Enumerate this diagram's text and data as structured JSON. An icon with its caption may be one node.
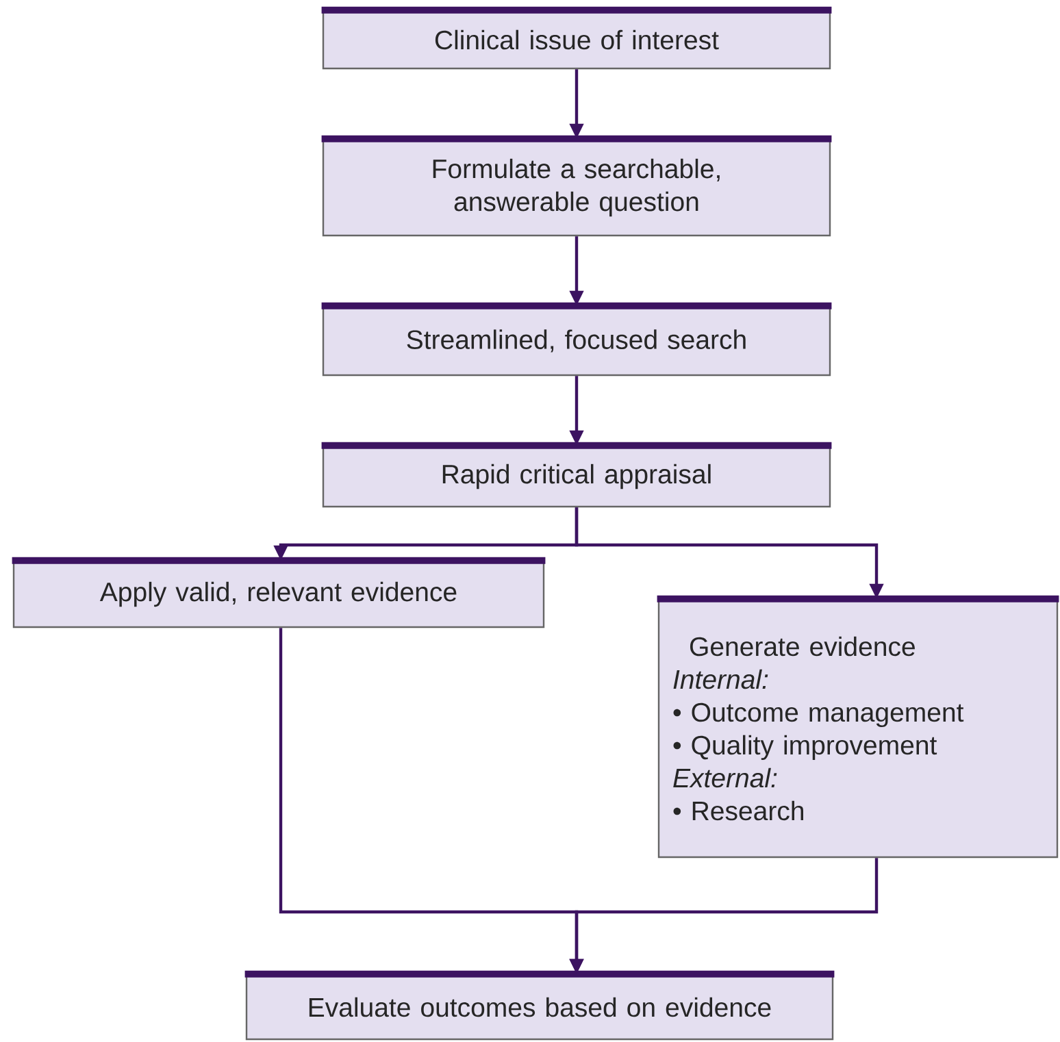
{
  "diagram": {
    "nodes": [
      {
        "text": [
          "Clinical issue of interest"
        ]
      },
      {
        "text": [
          "Formulate a searchable, answerable question"
        ]
      },
      {
        "text": [
          "Streamlined, focused search"
        ]
      },
      {
        "text": [
          "Rapid critical appraisal"
        ]
      },
      {
        "text": [
          "Apply valid, relevant evidence"
        ]
      },
      {
        "text": [
          "Generate evidence",
          "Internal:",
          "• Outcome management",
          "• Quality improvement",
          "External:",
          "• Research"
        ]
      },
      {
        "text": [
          "Evaluate outcomes based on evidence"
        ]
      }
    ],
    "edges": [
      {
        "from": 0,
        "to": 1,
        "arrow": "to"
      },
      {
        "from": 1,
        "to": 2,
        "arrow": "to"
      },
      {
        "from": 2,
        "to": 3,
        "arrow": "to"
      },
      {
        "from": 3,
        "to": 4,
        "arrow": "to"
      },
      {
        "from": 3,
        "to": 5,
        "arrow": "to"
      },
      {
        "from": 4,
        "to": 6,
        "arrow": "to"
      },
      {
        "from": 5,
        "to": 6,
        "arrow": "to"
      }
    ]
  }
}
